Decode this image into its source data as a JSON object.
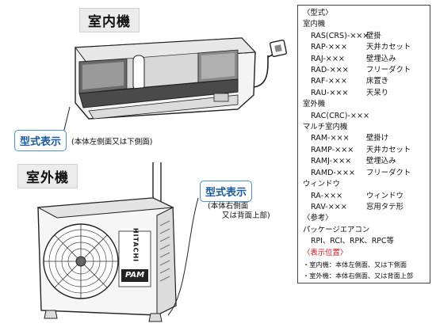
{
  "indoor": {
    "title": "室内機",
    "badge": "型式表示",
    "note": "(本体左側面又は下側面)"
  },
  "outdoor": {
    "title": "室外機",
    "badge": "型式表示",
    "note_line1": "(本体右側面",
    "note_line2": "又は背面上部)",
    "brand": "HITACHI",
    "series": "PAM"
  },
  "legend": {
    "title": "〈型式〉",
    "groups": [
      {
        "heading": "室内機",
        "models": [
          {
            "code": "RAS(CRS)-×××",
            "desc": "壁掛"
          },
          {
            "code": "RAP-×××",
            "desc": "天井カセット"
          },
          {
            "code": "RAJ-×××",
            "desc": "壁埋込み"
          },
          {
            "code": "RAD-×××",
            "desc": "フリーダクト"
          },
          {
            "code": "RAF-×××",
            "desc": "床置き"
          },
          {
            "code": "RAU-×××",
            "desc": "天呆り"
          }
        ]
      },
      {
        "heading": "室外機",
        "models": [
          {
            "code": "RAC(CRC)-×××",
            "desc": ""
          }
        ]
      },
      {
        "heading": "マルチ室内機",
        "models": [
          {
            "code": "RAM-×××",
            "desc": "壁掛け"
          },
          {
            "code": "RAMP-×××",
            "desc": "天井カセット"
          },
          {
            "code": "RAMJ-×××",
            "desc": "壁埋込み"
          },
          {
            "code": "RAMD-×××",
            "desc": "フリーダクト"
          }
        ]
      },
      {
        "heading": "ウィンドウ",
        "models": [
          {
            "code": "RA-×××",
            "desc": "ウィンドウ"
          },
          {
            "code": "RAV-×××",
            "desc": "窓用タテ形"
          }
        ]
      }
    ],
    "reference_heading": "〈参考〉",
    "package_heading": "パッケージエアコン",
    "package_models": "RPI、RCI、RPK、RPC等",
    "position_heading": "〈表示位置〉",
    "positions": [
      "・室内機：本体左側面、又は下側面",
      "・室外機：本体右側面、又は背面上部"
    ],
    "colors": {
      "badge_border": "#4a90d0",
      "badge_text": "#1a5a9a",
      "position_heading": "#d01020"
    }
  }
}
